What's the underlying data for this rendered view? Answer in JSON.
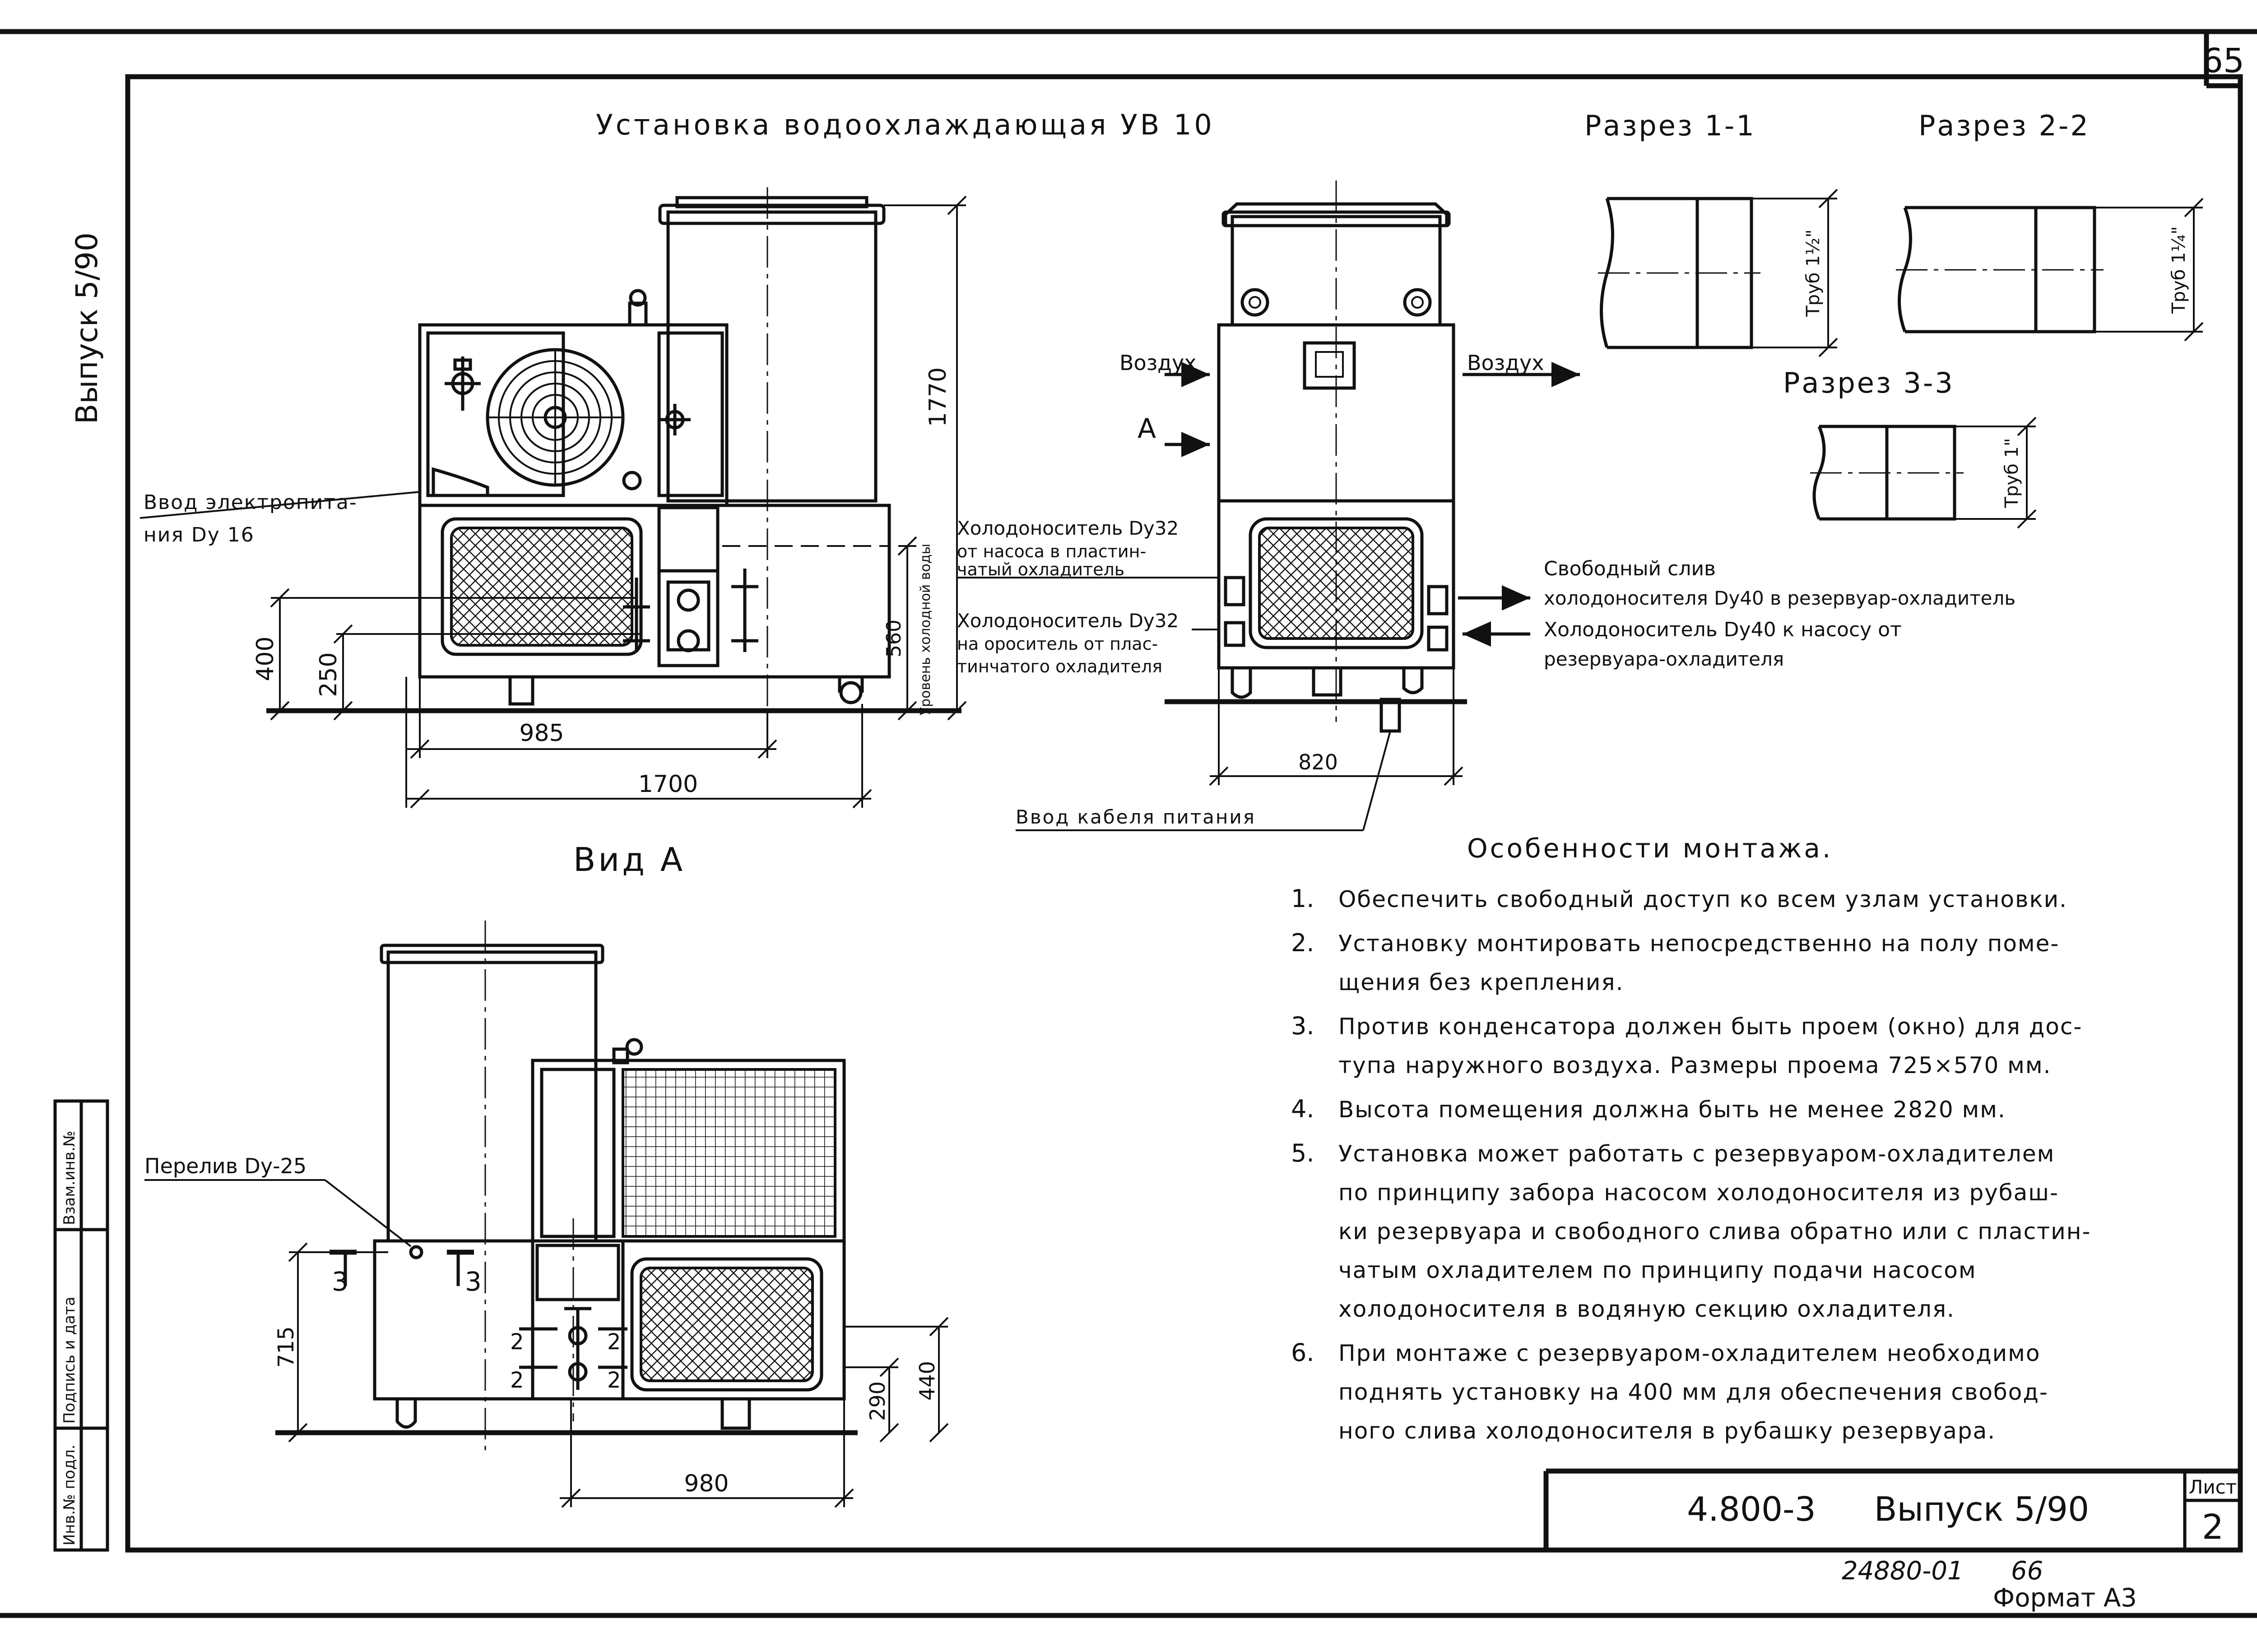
{
  "sheet": {
    "page_number": "65",
    "side_stamp": "Выпуск 5/90",
    "title_block": {
      "doc_code": "4.800-3",
      "issue": "Выпуск 5/90",
      "sheet_label": "Лист",
      "sheet_number": "2"
    },
    "archive_number": "24880-01",
    "copy_number": "66",
    "format": "Формат А3",
    "side_columns": [
      "Инв.№ подл.",
      "Подпись и дата",
      "Взам.инв.№"
    ]
  },
  "main_view": {
    "title": "Установка водоохлаждающая УВ 10",
    "label_power_input": "Ввод электропита-",
    "label_power_input_2": "ния Dу 16",
    "dim_1770": "1770",
    "dim_400": "400",
    "dim_250": "250",
    "dim_560": "560",
    "water_level_label": "Уровень холодной воды",
    "dim_985": "985",
    "dim_1700": "1700"
  },
  "side_view": {
    "air_in": "Воздух",
    "air_out": "Воздух",
    "marker_a": "А",
    "coolant_from_pump_1": "Холодоноситель Dу32",
    "coolant_from_pump_2": "от насоса в пластин-",
    "coolant_from_pump_3": "чатый охладитель",
    "coolant_sprinkler_1": "Холодоноситель Dу32",
    "coolant_sprinkler_2": "на ороситель от плас-",
    "coolant_sprinkler_3": "тинчатого охладителя",
    "free_drain_1": "Свободный слив",
    "free_drain_2": "холодоносителя Dу40 в резервуар-охладитель",
    "coolant_to_pump_1": "Холодоноситель Dу40 к насосу от",
    "coolant_to_pump_2": "резервуара-охладителя",
    "dim_820": "820",
    "cable_input": "Ввод кабеля питания"
  },
  "sections": {
    "section_1": {
      "title": "Разрез 1-1",
      "pipe": "Труб 1½\""
    },
    "section_2": {
      "title": "Разрез 2-2",
      "pipe": "Труб 1¼\""
    },
    "section_3": {
      "title": "Разрез 3-3",
      "pipe": "Труб 1\""
    }
  },
  "view_a": {
    "title": "Вид А",
    "overflow_label": "Перелив Dу-25",
    "dim_715": "715",
    "dim_290": "290",
    "dim_440": "440",
    "dim_980": "980",
    "mark_3": "3",
    "mark_2": "2"
  },
  "notes": {
    "heading": "Особенности монтажа.",
    "items": [
      {
        "num": "1.",
        "lines": [
          "Обеспечить свободный доступ ко всем узлам установки."
        ]
      },
      {
        "num": "2.",
        "lines": [
          "Установку монтировать непосредственно на полу поме-",
          "щения без крепления."
        ]
      },
      {
        "num": "3.",
        "lines": [
          "Против конденсатора должен быть проем (окно) для дос-",
          "тупа наружного воздуха. Размеры проема 725×570 мм."
        ]
      },
      {
        "num": "4.",
        "lines": [
          "Высота помещения должна быть не менее 2820 мм."
        ]
      },
      {
        "num": "5.",
        "lines": [
          "Установка может работать с резервуаром-охладителем",
          "по принципу забора насосом холодоносителя из рубаш-",
          "ки резервуара и свободного слива обратно или с пластин-",
          "чатым охладителем по принципу подачи насосом",
          "холодоносителя в водяную секцию охладителя."
        ]
      },
      {
        "num": "6.",
        "lines": [
          "При монтаже с резервуаром-охладителем необходимо",
          "поднять установку на 400 мм для обеспечения свобод-",
          "ного слива холодоносителя в рубашку резервуара."
        ]
      }
    ]
  }
}
